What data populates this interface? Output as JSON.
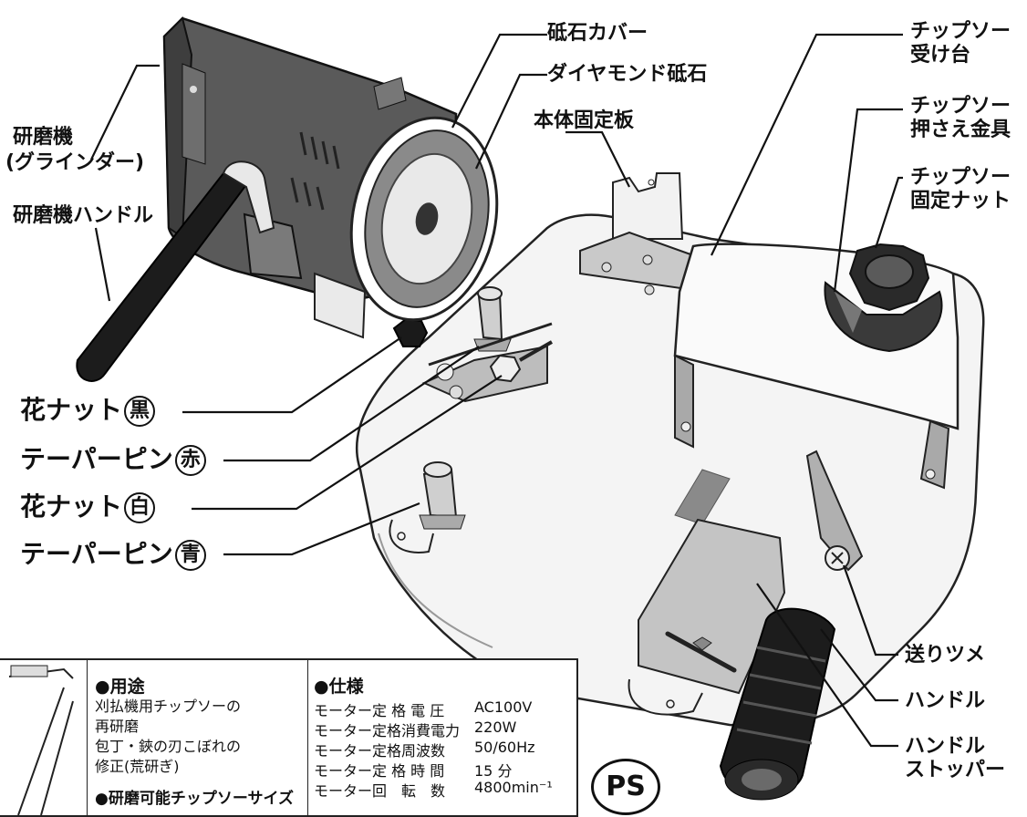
{
  "labels": {
    "grinding_wheel_cover": "砥石カバー",
    "diamond_wheel": "ダイヤモンド砥石",
    "body_fixing_plate": "本体固定板",
    "grinder": "研磨機",
    "grinder_sub": "(グラインダー)",
    "grinder_handle": "研磨機ハンドル",
    "chipsaw_stand_1": "チップソー",
    "chipsaw_stand_2": "受け台",
    "chipsaw_clamp_1": "チップソー",
    "chipsaw_clamp_2": "押さえ金具",
    "chipsaw_nut_1": "チップソー",
    "chipsaw_nut_2": "固定ナット",
    "flower_nut_black": "花ナット",
    "flower_nut_black_mark": "黒",
    "taper_pin_red": "テーパーピン",
    "taper_pin_red_mark": "赤",
    "flower_nut_white": "花ナット",
    "flower_nut_white_mark": "白",
    "taper_pin_blue": "テーパーピン",
    "taper_pin_blue_mark": "青",
    "feed_claw": "送りツメ",
    "handle": "ハンドル",
    "handle_stopper_1": "ハンドル",
    "handle_stopper_2": "ストッパー"
  },
  "usage": {
    "heading": "●用途",
    "lines": [
      "刈払機用チップソーの",
      "再研磨",
      "包丁・鋏の刃こぼれの",
      "修正(荒研ぎ)"
    ],
    "next_heading": "●研磨可能チップソーサイズ"
  },
  "specs": {
    "heading": "●仕様",
    "rows": [
      {
        "label": "モーター定 格 電 圧",
        "value": "AC100V"
      },
      {
        "label": "モーター定格消費電力",
        "value": "220W"
      },
      {
        "label": "モーター定格周波数",
        "value": "50/60Hz"
      },
      {
        "label": "モーター定 格 時 間",
        "value": "15 分"
      },
      {
        "label": "モーター回　転　数",
        "value": "4800min⁻¹"
      }
    ]
  },
  "ps_mark": "PS",
  "colors": {
    "ink": "#111111",
    "grinder_body": "#5a5a5a",
    "metal": "#b9b9b9",
    "base_plate": "#f4f4f4",
    "rubber": "#1c1c1c"
  }
}
